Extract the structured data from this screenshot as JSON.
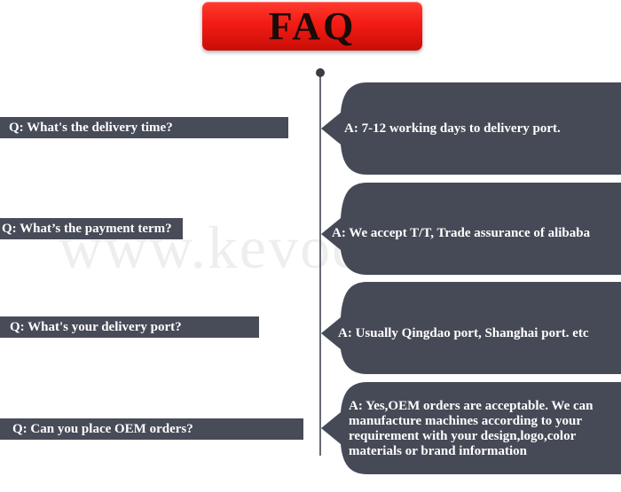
{
  "title": "FAQ",
  "watermark": "www.kevocnc.com",
  "faq": [
    {
      "question": "Q: What's the delivery time?",
      "answer_lines": [
        "A: 7-12 working days to delivery port."
      ]
    },
    {
      "question": "Q: What’s the payment term?",
      "answer_lines": [
        "A: We accept T/T, Trade assurance of alibaba"
      ]
    },
    {
      "question": "Q: What's your delivery port?",
      "answer_lines": [
        "A: Usually Qingdao port, Shanghai port. etc"
      ]
    },
    {
      "question": "Q: Can you place OEM orders?",
      "answer_lines": [
        "A: Yes,OEM orders are acceptable. We can",
        "manufacture machines according to your",
        "requirement with your design,logo,color",
        "materials or brand information"
      ]
    }
  ],
  "colors": {
    "banner": "#f21c14",
    "question_bar": "#484b58",
    "answer_bubble": "#464a56",
    "timeline": "#666a73"
  }
}
